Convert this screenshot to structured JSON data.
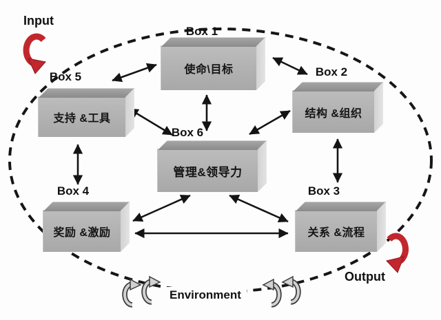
{
  "diagram": {
    "type": "six-box organizational model",
    "labels": {
      "input": "Input",
      "output": "Output",
      "environment": "Environment"
    },
    "boxes": {
      "box1": {
        "tag": "Box 1",
        "label": "使命\\目标"
      },
      "box2": {
        "tag": "Box 2",
        "label": "结构 &组织"
      },
      "box3": {
        "tag": "Box 3",
        "label": "关系 &流程"
      },
      "box4": {
        "tag": "Box 4",
        "label": "奖励 &激励"
      },
      "box5": {
        "tag": "Box 5",
        "label": "支持 &工具"
      },
      "box6": {
        "tag": "Box 6",
        "label": "管理&领导力"
      }
    },
    "connections": [
      {
        "from": "box5",
        "to": "box1",
        "bidirectional": true
      },
      {
        "from": "box1",
        "to": "box2",
        "bidirectional": true
      },
      {
        "from": "box1",
        "to": "box6",
        "bidirectional": true
      },
      {
        "from": "box5",
        "to": "box6",
        "bidirectional": true
      },
      {
        "from": "box6",
        "to": "box2",
        "bidirectional": true
      },
      {
        "from": "box5",
        "to": "box4",
        "bidirectional": true
      },
      {
        "from": "box2",
        "to": "box3",
        "bidirectional": true
      },
      {
        "from": "box4",
        "to": "box6",
        "bidirectional": true
      },
      {
        "from": "box6",
        "to": "box3",
        "bidirectional": true
      },
      {
        "from": "box4",
        "to": "box3",
        "bidirectional": true
      }
    ],
    "icons": {
      "input_arrow": "red-curved-arrow-icon",
      "output_arrow": "red-curved-arrow-icon",
      "environment_left": "gray-cycle-arrows-icon",
      "environment_right": "gray-cycle-arrows-icon"
    },
    "colors": {
      "box_front": "#b0b0b0",
      "box_top": "#8b8b8b",
      "box_side": "#e0e0e0",
      "connector": "#141414",
      "boundary_dash": "#161616",
      "accent_red": "#c1272d",
      "cycle_gray": "#d2d2d2",
      "background": "#fdfdfd"
    }
  }
}
